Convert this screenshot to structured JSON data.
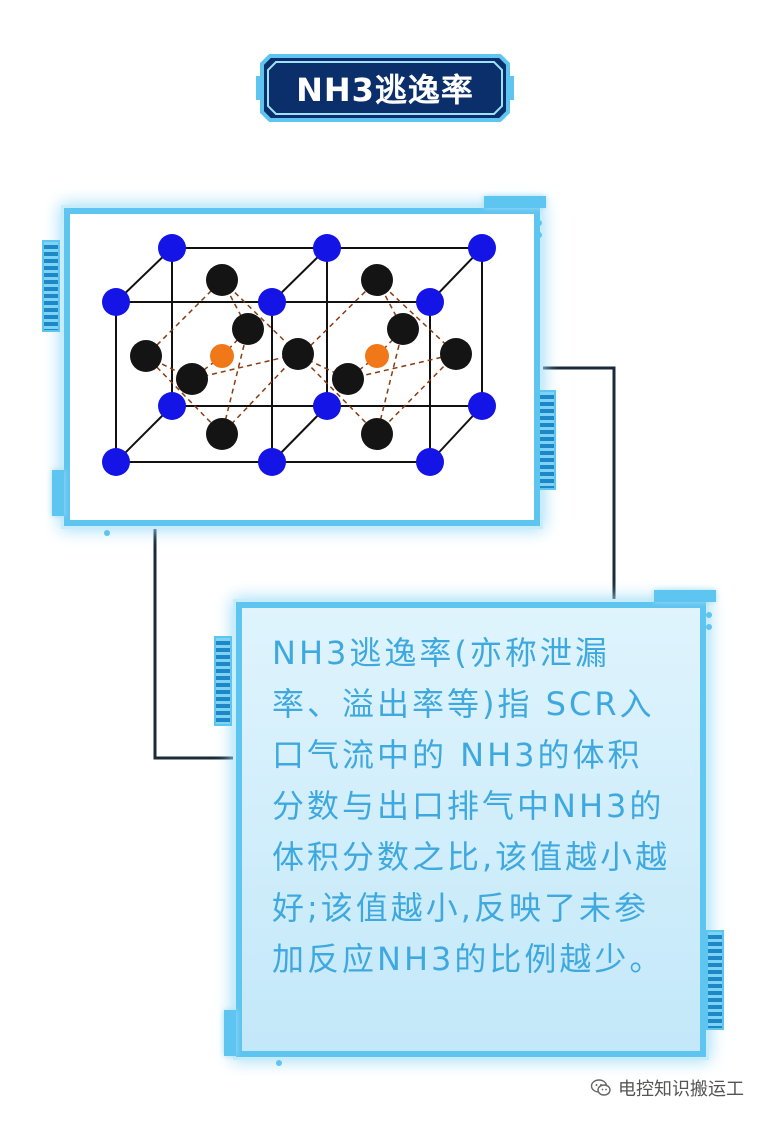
{
  "title": "NH3逃逸率",
  "description": "NH3逃逸率(亦称泄漏率、溢出率等)指 SCR入口气流中的 NH3的体积分数与出口排气中NH3的体积分数之比,该值越小越好;该值越小,反映了未参加反应NH3的比例越少。",
  "watermark": {
    "text": "电控知识搬运工",
    "icon": "wechat-icon"
  },
  "colors": {
    "accent": "#5ec4f0",
    "badge_fill": "#0b2f6b",
    "text": "#3fa9df",
    "atom_blue": "#1414e6",
    "atom_black": "#141414",
    "atom_orange": "#f07818"
  },
  "illustration": {
    "atoms_corner": "blue",
    "atoms_face": "black",
    "atoms_center": "orange",
    "unit_cells": 2
  }
}
